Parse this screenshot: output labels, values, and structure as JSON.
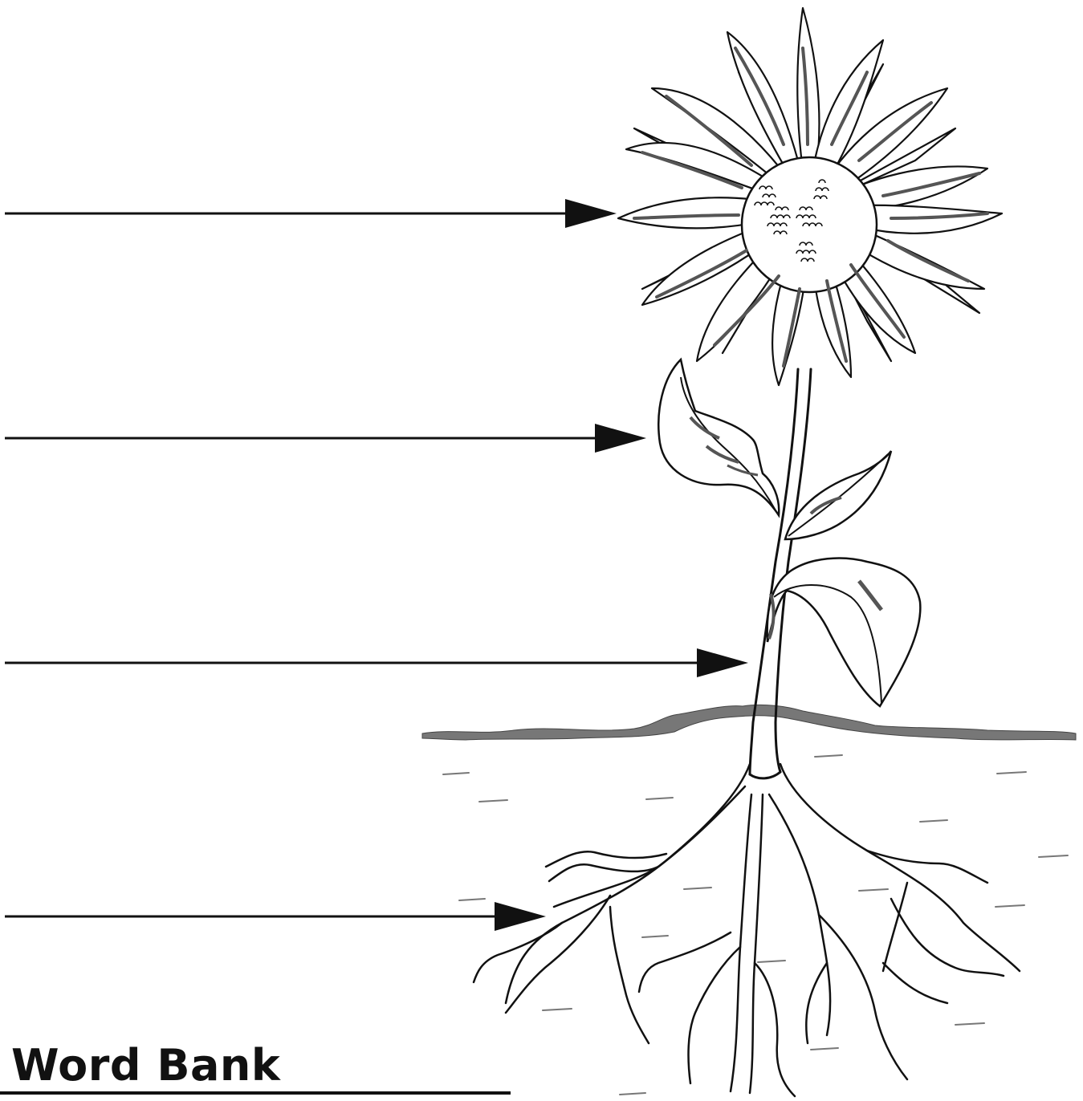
{
  "word_bank": {
    "title": "Word Bank"
  },
  "answer_lines": [
    {
      "points_to": "flower",
      "answer": ""
    },
    {
      "points_to": "leaf",
      "answer": ""
    },
    {
      "points_to": "stem",
      "answer": ""
    },
    {
      "points_to": "roots",
      "answer": ""
    }
  ],
  "colors": {
    "ink": "#111111",
    "shading": "#555555",
    "ground": "#666666"
  }
}
